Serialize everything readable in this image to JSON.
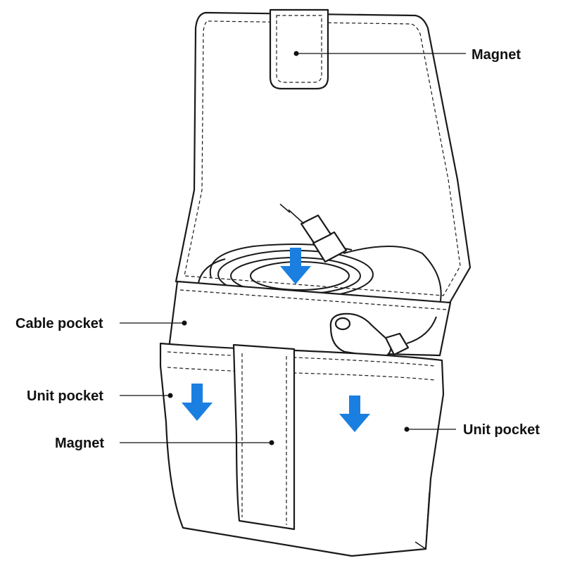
{
  "labels": {
    "magnet_top": "Magnet",
    "cable_pocket": "Cable pocket",
    "unit_pocket_left": "Unit pocket",
    "magnet_bottom": "Magnet",
    "unit_pocket_right": "Unit pocket"
  },
  "colors": {
    "arrow": "#1a7fe0",
    "outline": "#1a1a1a",
    "background": "#ffffff"
  },
  "icons": {
    "insert_arrow": "down-arrow-icon"
  }
}
